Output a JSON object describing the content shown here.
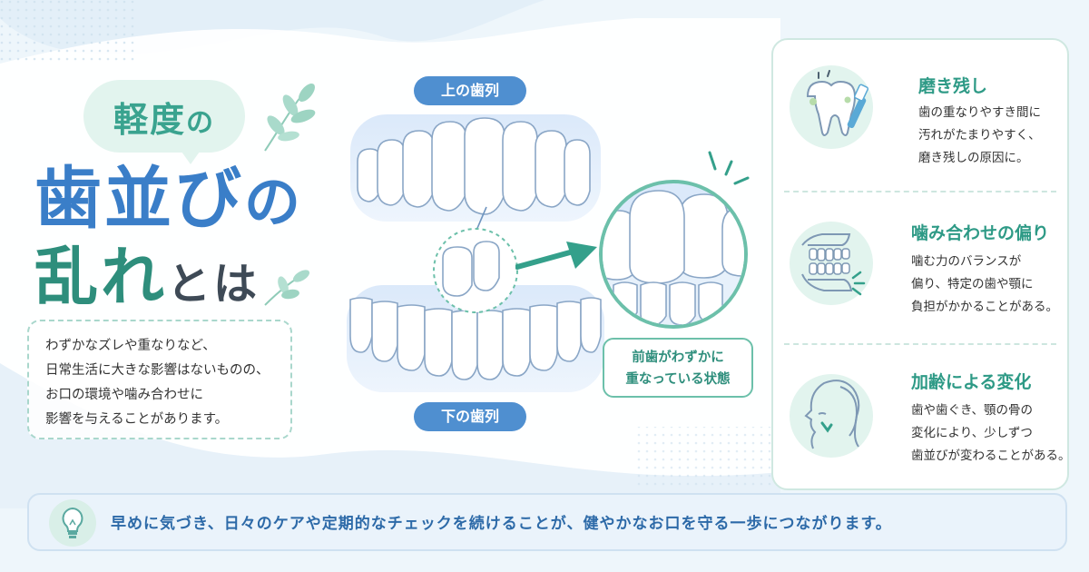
{
  "title": {
    "light": "軽度",
    "light_particle": "の",
    "line1_main": "歯並び",
    "line1_particle": "の",
    "line2_main": "乱れ",
    "line2_tail": "とは"
  },
  "intro": {
    "lines": [
      "わずかなズレや重なりなど、",
      "日常生活に大きな影響はないものの、",
      "お口の環境や噛み合わせに",
      "影響を与えることがあります。"
    ]
  },
  "diagram": {
    "upper_label": "上の歯列",
    "lower_label": "下の歯列",
    "caption_lines": [
      "前歯がわずかに",
      "重なっている状態"
    ]
  },
  "sections": [
    {
      "icon": "tooth-brush-icon",
      "title": "磨き残し",
      "lines": [
        "歯の重なりやすき間に",
        "汚れがたまりやすく、",
        "磨き残しの原因に。"
      ]
    },
    {
      "icon": "jaw-bite-icon",
      "title": "噛み合わせの偏り",
      "lines": [
        "噛む力のバランスが",
        "偏り、特定の歯や顎に",
        "負担がかかることがある。"
      ]
    },
    {
      "icon": "aging-face-icon",
      "title": "加齢による変化",
      "lines": [
        "歯や歯ぐき、顎の骨の",
        "変化により、少しずつ",
        "歯並びが変わることがある。"
      ]
    }
  ],
  "banner": {
    "icon": "lightbulb-icon",
    "text": "早めに気づき、日々のケアや定期的なチェックを続けることが、健やかなお口を守る一歩につながります。"
  },
  "colors": {
    "blue": "#3a7ec8",
    "teal": "#2e8e7c",
    "mint": "#e2f4ee",
    "pill_blue": "#4f8fd0"
  }
}
